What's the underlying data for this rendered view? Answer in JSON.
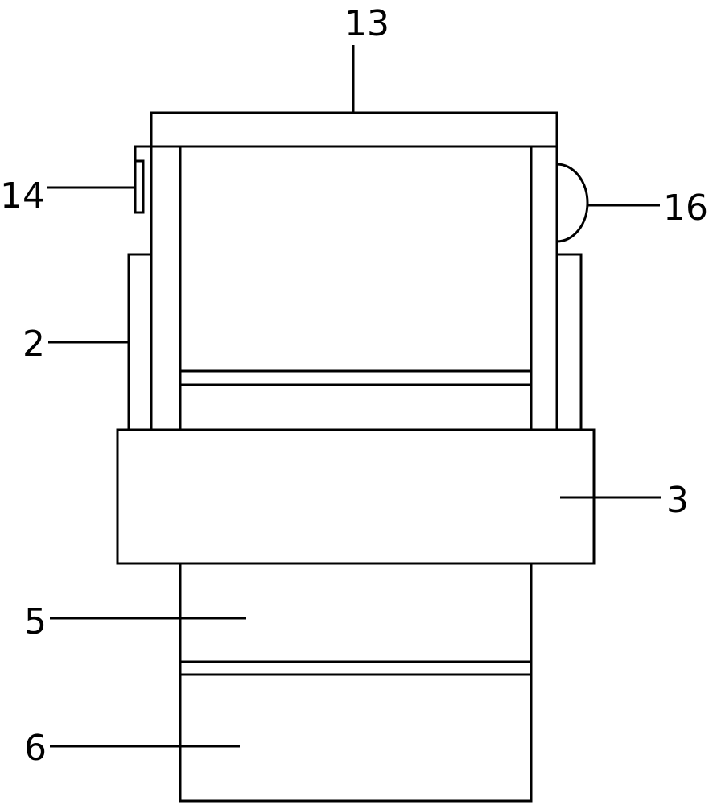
{
  "colors": {
    "line": "#000000",
    "background": "#ffffff"
  },
  "labels": {
    "l13": "13",
    "l14": "14",
    "l16": "16",
    "l2": "2",
    "l3": "3",
    "l5": "5",
    "l6": "6"
  }
}
